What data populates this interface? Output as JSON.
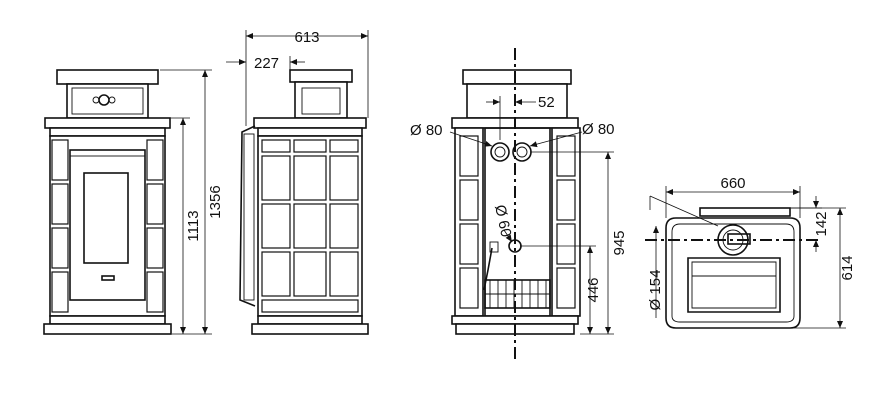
{
  "dimensions": {
    "front_tile_height": "1113",
    "total_height": "1356",
    "side_total_depth": "613",
    "side_top_offset": "227",
    "flue_offset": "52",
    "left_flue_diameter": "Ø 80",
    "right_flue_diameter": "Ø 80",
    "inner_pipe_diameter": "Ø 60",
    "flue_height": "945",
    "lower_height": "446",
    "plan_width": "660",
    "plan_depth": "614",
    "plan_flue_offset": "142",
    "plan_flue_diameter": "Ø 154"
  }
}
